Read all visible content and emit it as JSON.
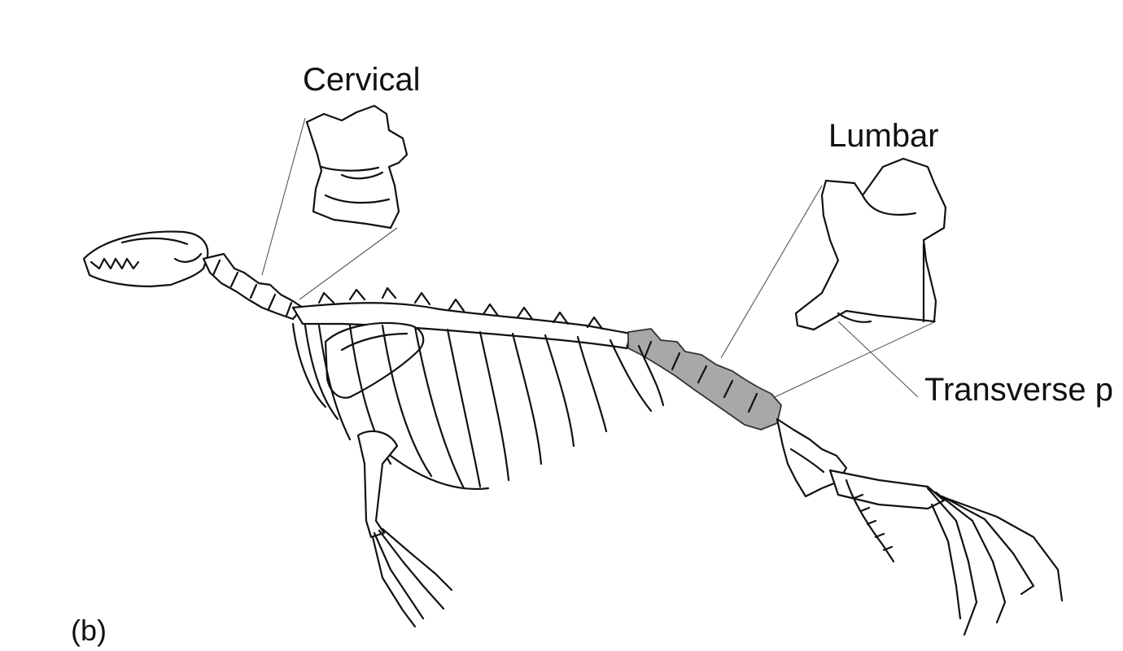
{
  "labels": {
    "cervical": "Cervical",
    "lumbar": "Lumbar",
    "transverse": "Transverse p",
    "panel": "(b)"
  },
  "colors": {
    "background": "#ffffff",
    "outline": "#111111",
    "lumbar_highlight": "#a8a8a8",
    "leader_line": "#555555"
  }
}
